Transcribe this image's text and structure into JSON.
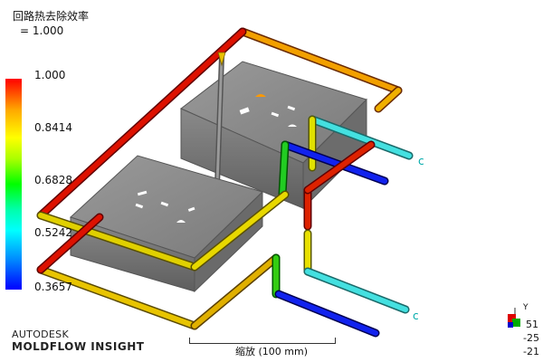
{
  "result": {
    "title": "回路热去除效率",
    "value": "= 1.000"
  },
  "legend": {
    "labels": [
      "1.000",
      "0.8414",
      "0.6828",
      "0.5242",
      "0.3657"
    ],
    "colors": [
      "#ff0000",
      "#ffff00",
      "#00ff00",
      "#00ffff",
      "#0000ff"
    ]
  },
  "brand": {
    "line1": "AUTODESK",
    "line2": "MOLDFLOW INSIGHT"
  },
  "scale": {
    "label": "缩放 (100 mm)"
  },
  "axis": {
    "y_label": "Y",
    "coords": [
      "51",
      "-25",
      "-21"
    ]
  }
}
